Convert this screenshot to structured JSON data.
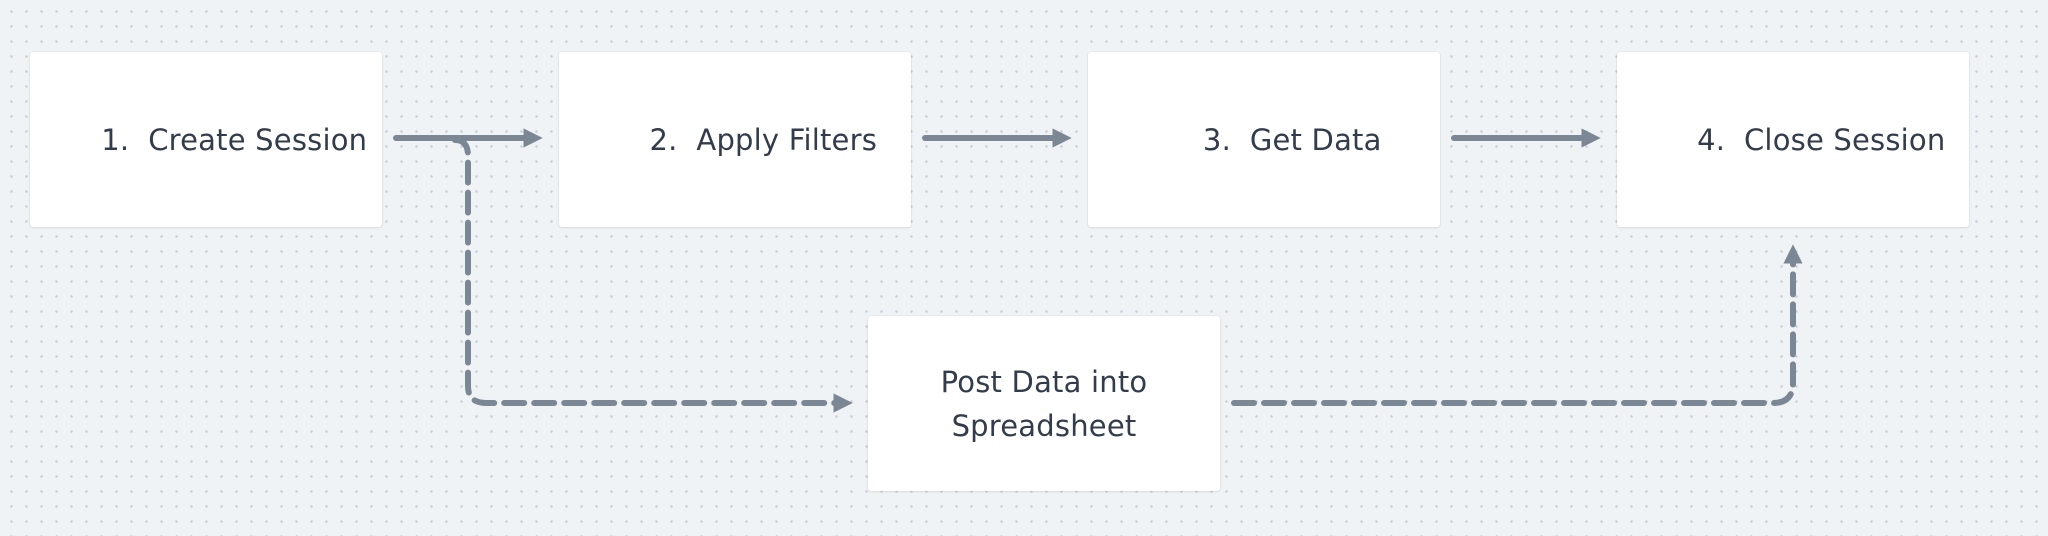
{
  "diagram": {
    "steps": [
      {
        "number": "1.",
        "label": "Create Session"
      },
      {
        "number": "2.",
        "label": "Apply Filters"
      },
      {
        "number": "3.",
        "label": "Get Data"
      },
      {
        "number": "4.",
        "label": "Close Session"
      }
    ],
    "side_step": {
      "line1": "Post Data into",
      "line2": "Spreadsheet"
    }
  },
  "colors": {
    "connector": "#7b8794",
    "node_text": "#333c4a",
    "node_bg": "#ffffff",
    "canvas_bg": "#f0f3f6"
  }
}
